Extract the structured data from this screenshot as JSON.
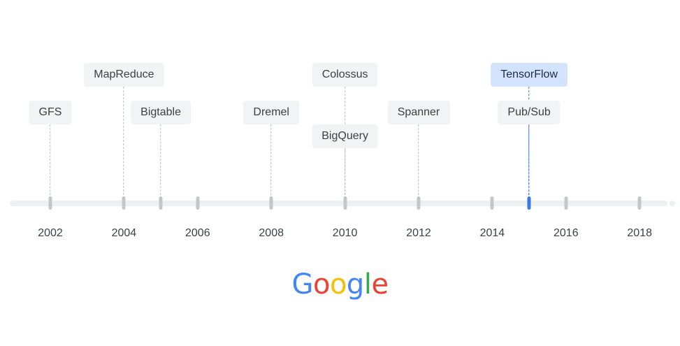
{
  "timeline": {
    "year_range": [
      2001.6,
      2019.0
    ],
    "tick_years": [
      2002,
      2004,
      2005,
      2006,
      2008,
      2010,
      2012,
      2014,
      2015,
      2016,
      2018
    ],
    "labeled_years": [
      "2002",
      "2004",
      "2006",
      "2008",
      "2010",
      "2012",
      "2014",
      "2016",
      "2018"
    ],
    "highlight_year": 2015,
    "highlight_color": "#3b7ae0"
  },
  "events": [
    {
      "label": "GFS",
      "year": 2002,
      "row": 2
    },
    {
      "label": "MapReduce",
      "year": 2004,
      "row": 1
    },
    {
      "label": "Bigtable",
      "year": 2005,
      "row": 2
    },
    {
      "label": "Dremel",
      "year": 2008,
      "row": 2
    },
    {
      "label": "Colossus",
      "year": 2010,
      "row": 1
    },
    {
      "label": "BigQuery",
      "year": 2010,
      "row": 3
    },
    {
      "label": "Spanner",
      "year": 2012,
      "row": 2
    },
    {
      "label": "TensorFlow",
      "year": 2015,
      "row": 1,
      "highlight": true
    },
    {
      "label": "Pub/Sub",
      "year": 2015,
      "row": 2
    }
  ],
  "logo": {
    "letters": [
      {
        "ch": "G",
        "color": "#4285F4"
      },
      {
        "ch": "o",
        "color": "#EA4335"
      },
      {
        "ch": "o",
        "color": "#FBBC05"
      },
      {
        "ch": "g",
        "color": "#4285F4"
      },
      {
        "ch": "l",
        "color": "#34A853"
      },
      {
        "ch": "e",
        "color": "#EA4335"
      }
    ]
  }
}
